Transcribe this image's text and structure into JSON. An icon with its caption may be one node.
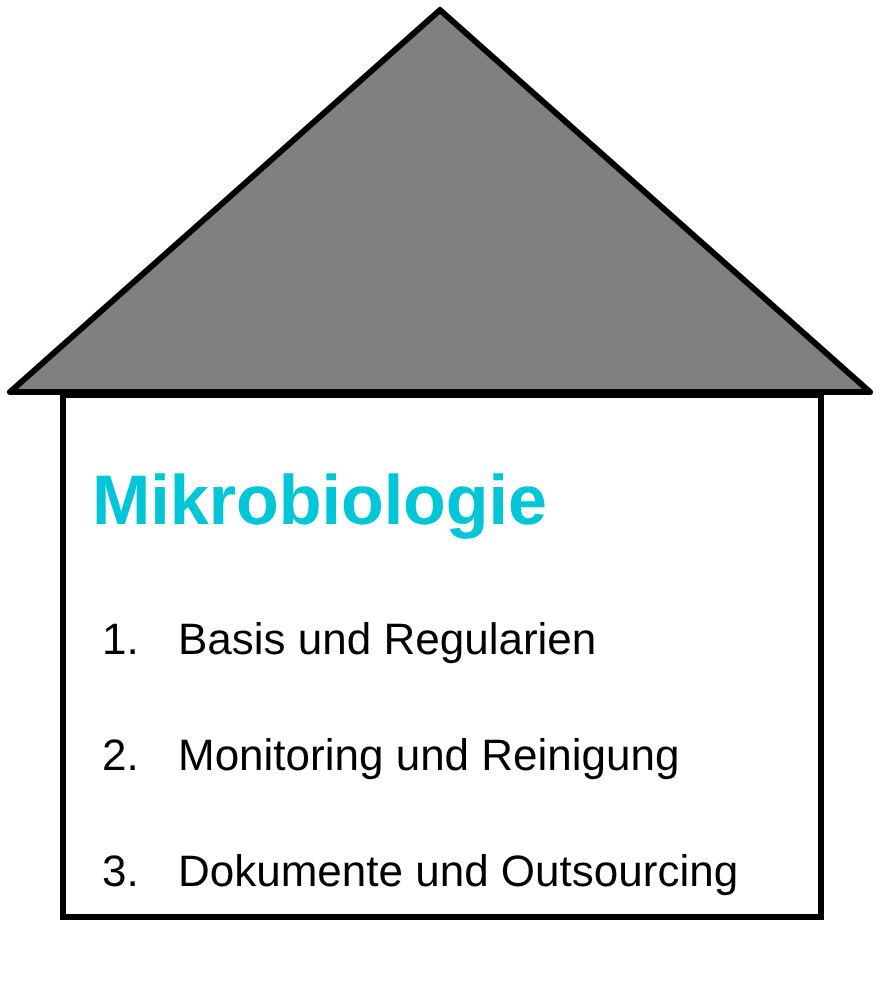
{
  "diagram": {
    "nodes": [
      {
        "text": [
          "Mikrobiologie",
          "1.",
          "Basis und Regularien",
          "2.",
          "Monitoring und Reinigung",
          "3.",
          "Dokumente und Outsourcing"
        ]
      }
    ]
  }
}
